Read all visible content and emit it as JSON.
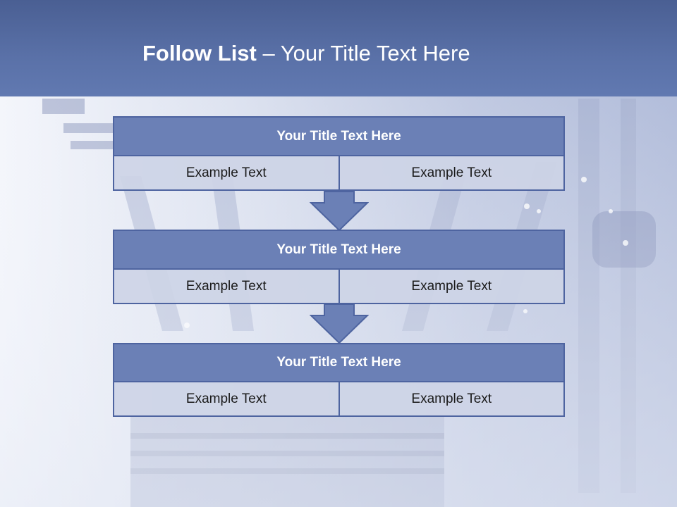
{
  "header": {
    "title_bold": "Follow List",
    "title_rest": " – Your Title Text Here"
  },
  "blocks": [
    {
      "title": "Your Title Text Here",
      "cells": [
        "Example Text",
        "Example Text"
      ]
    },
    {
      "title": "Your Title Text Here",
      "cells": [
        "Example Text",
        "Example Text"
      ]
    },
    {
      "title": "Your Title Text Here",
      "cells": [
        "Example Text",
        "Example Text"
      ]
    }
  ],
  "colors": {
    "header": "#5a71a8",
    "block_title": "#6b80b6",
    "block_border": "#4e64a0",
    "cell": "#cdd4e6"
  }
}
